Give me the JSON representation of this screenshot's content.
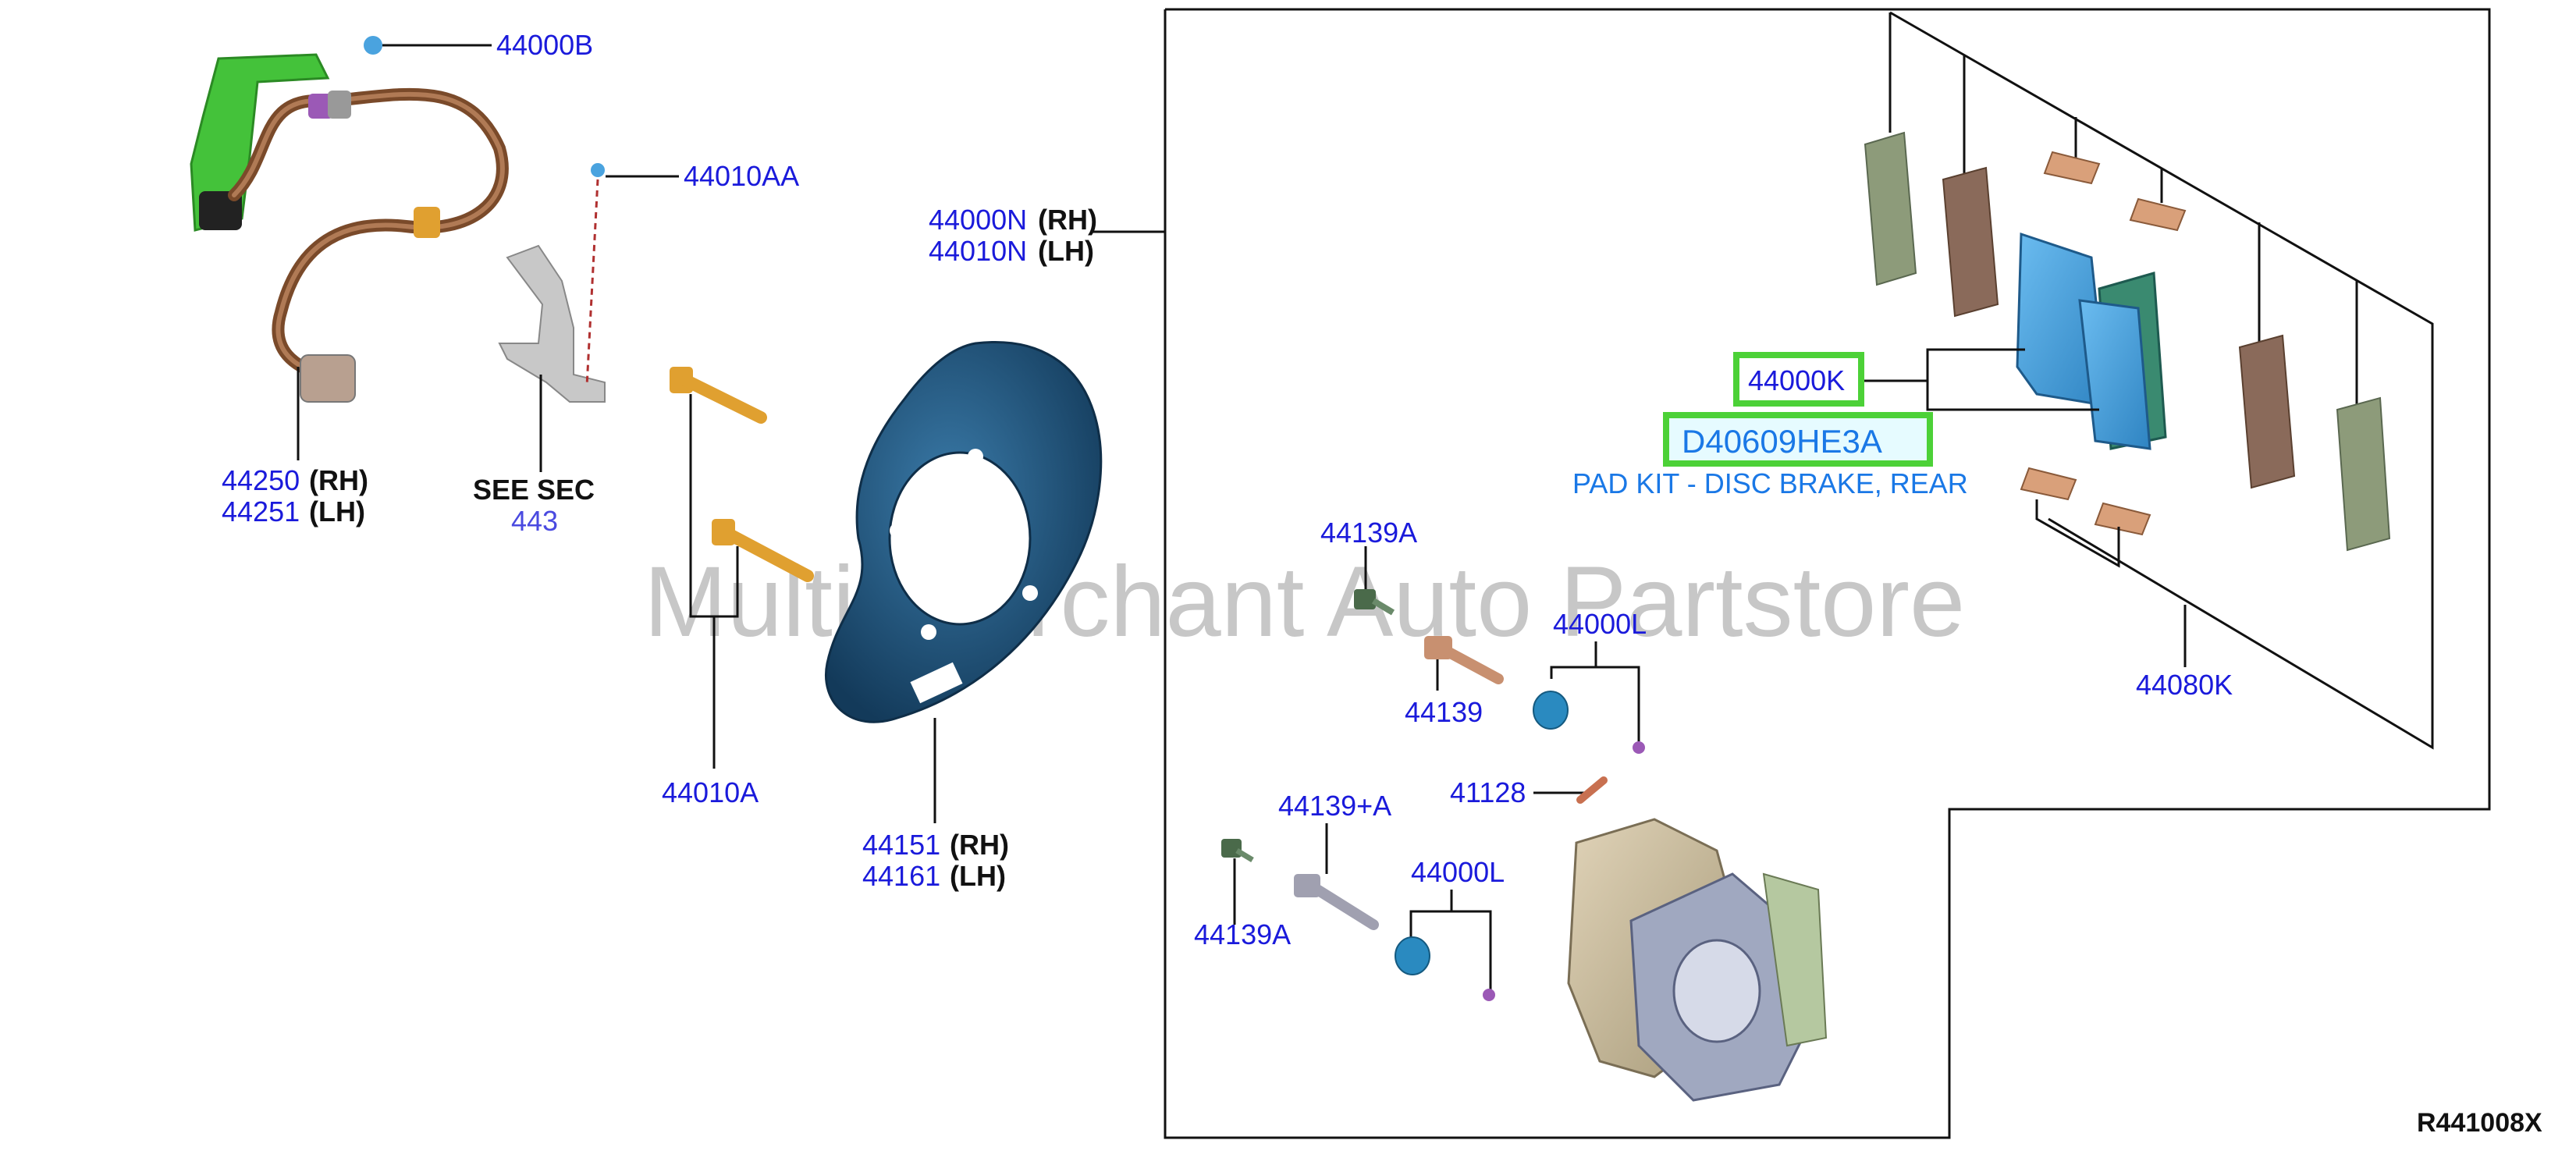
{
  "watermark": "Multi-Merchant Auto Partstore",
  "diagram_code": "R441008X",
  "labels": {
    "p44000B": "44000B",
    "p44010AA": "44010AA",
    "p44250": "44250",
    "p44251": "44251",
    "rh": "(RH)",
    "lh": "(LH)",
    "see_sec": "SEE SEC",
    "sec_443": "443",
    "p44010A": "44010A",
    "p44000N": "44000N",
    "p44010N": "44010N",
    "p44151": "44151",
    "p44161": "44161",
    "p44000K": "44000K",
    "highlight_part": "D40609HE3A",
    "highlight_desc": "PAD KIT - DISC BRAKE, REAR",
    "p44139A_top": "44139A",
    "p44139": "44139",
    "p44000L_top": "44000L",
    "p41128": "41128",
    "p44139plusA": "44139+A",
    "p44139A_bottom": "44139A",
    "p44000L_bottom": "44000L",
    "p44080K": "44080K"
  },
  "colors": {
    "part_number_blue": "#1a1adb",
    "highlight_green": "#4cd137",
    "highlight_text_blue": "#1a78e6",
    "pad_blue": "#4aa3df",
    "shield_blue": "#1d4e73"
  }
}
